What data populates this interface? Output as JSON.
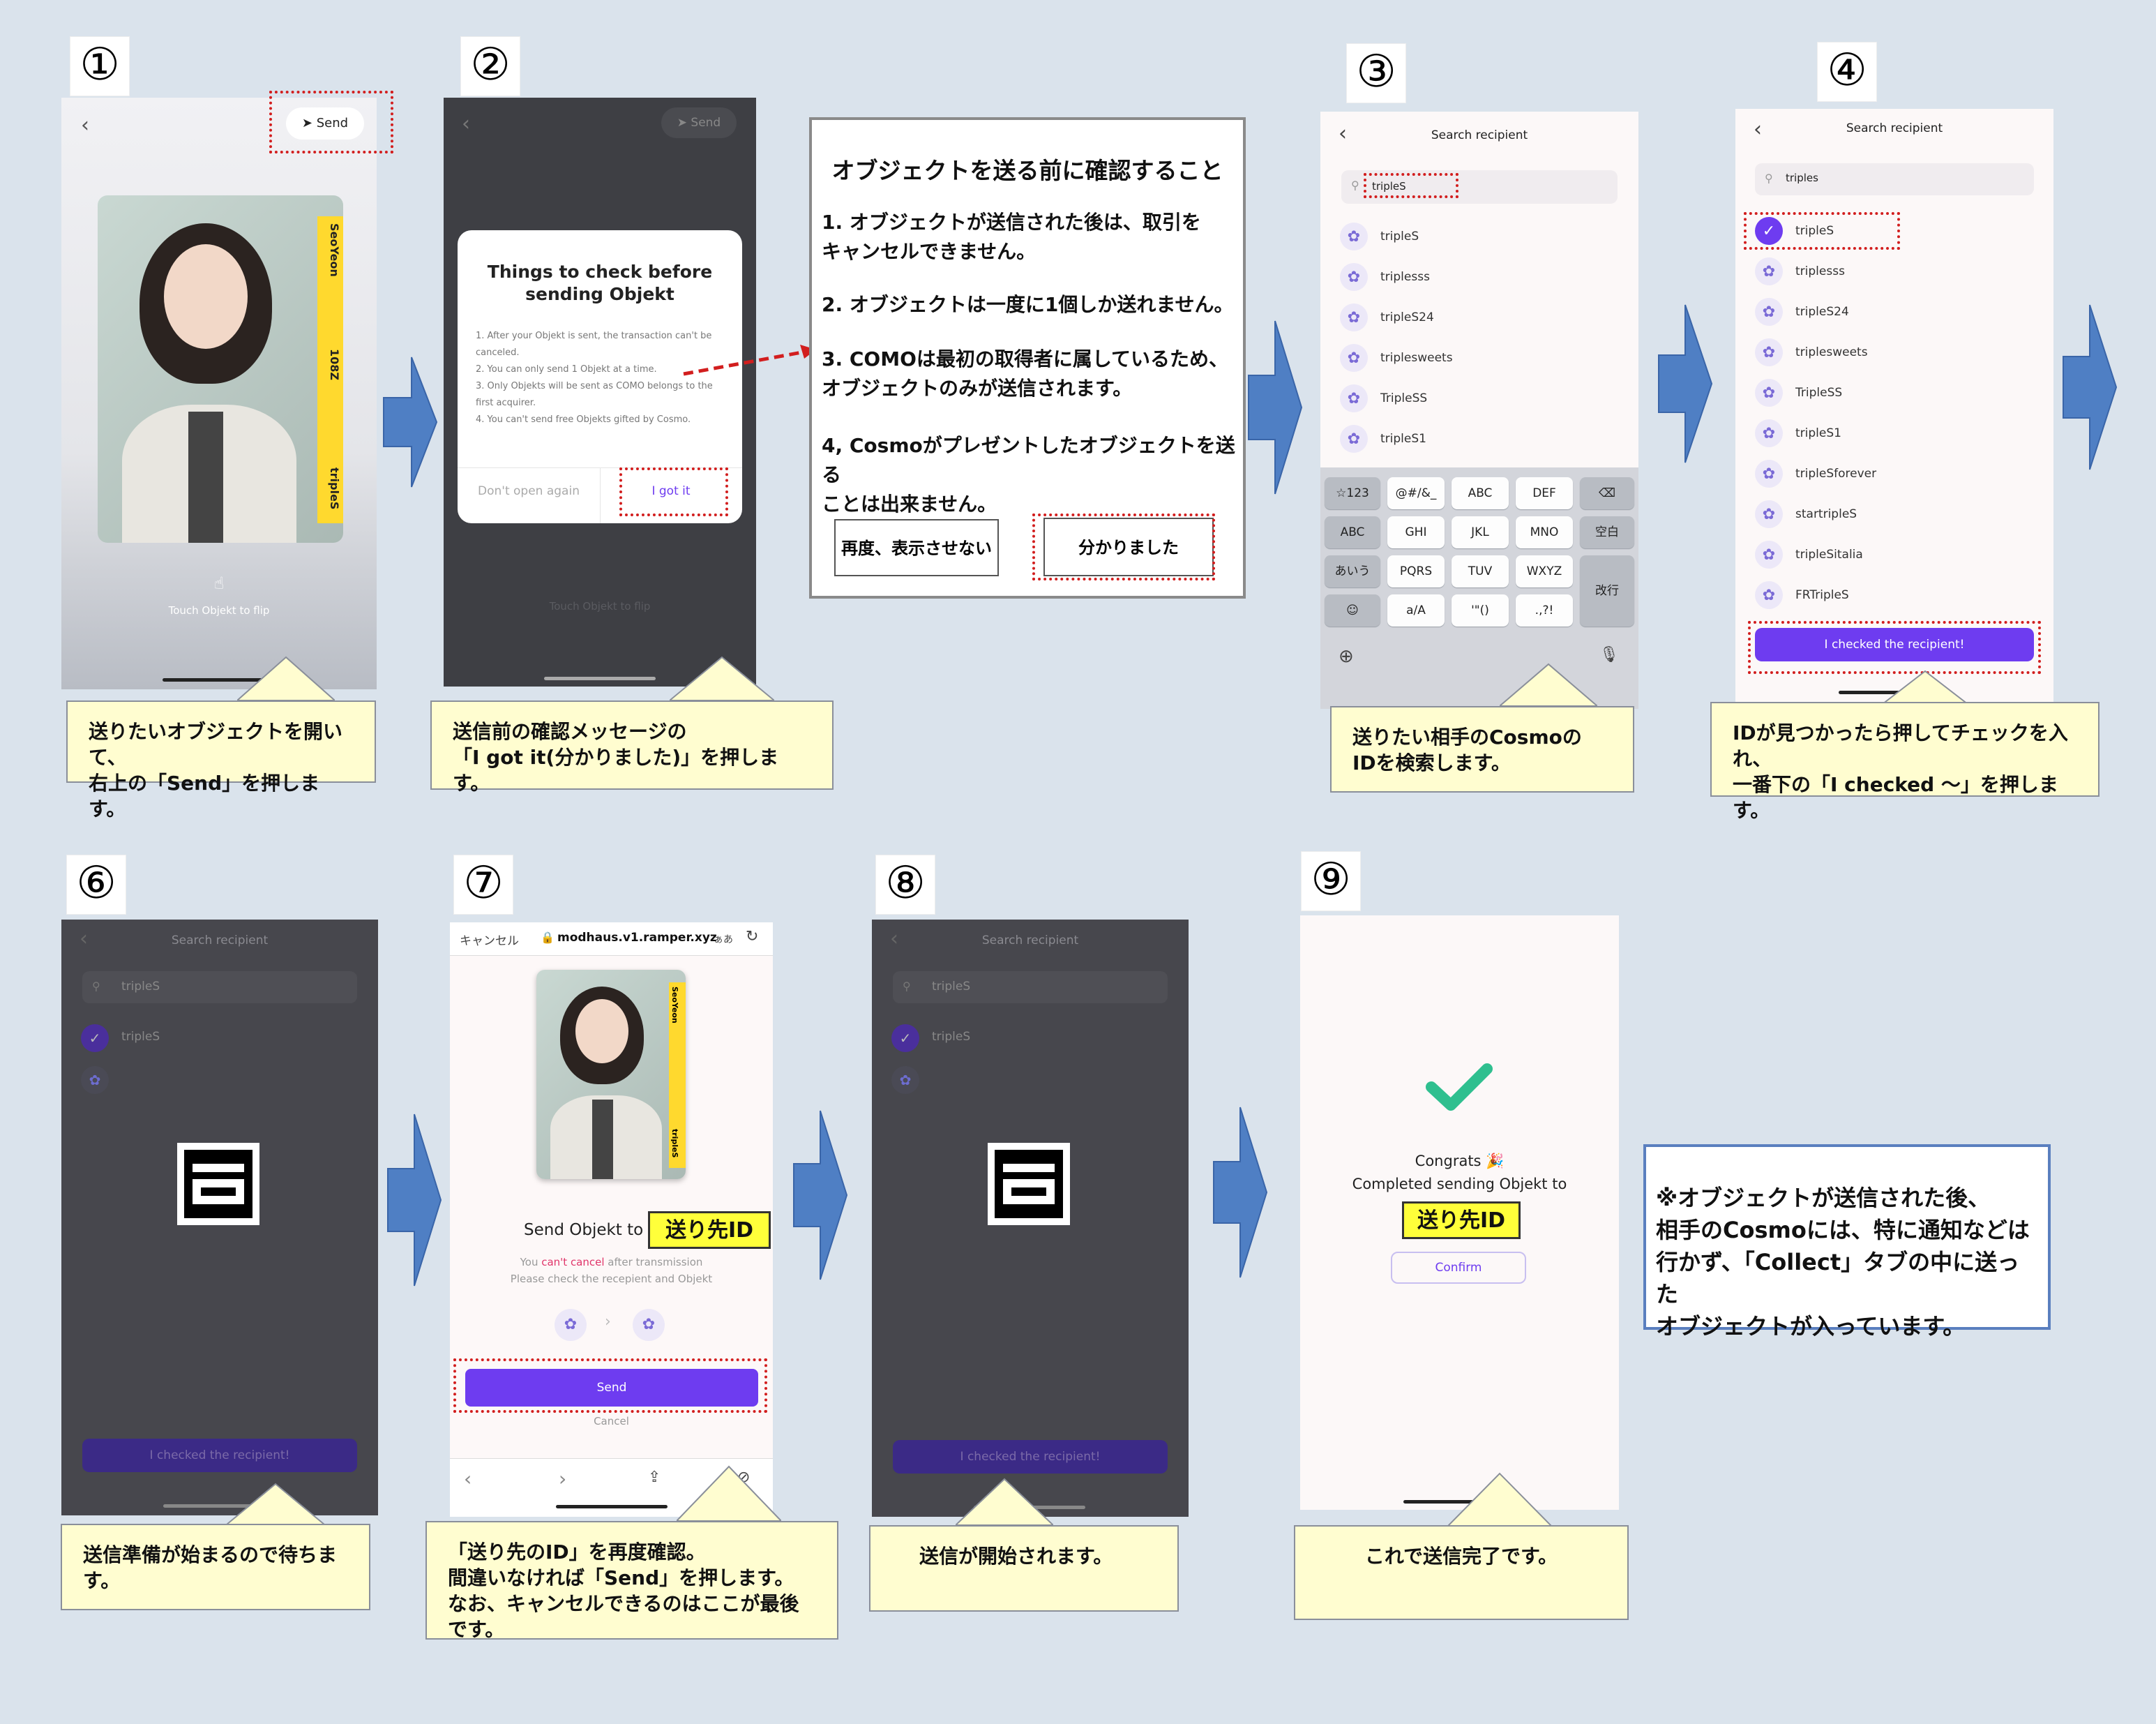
{
  "steps": [
    "①",
    "②",
    "③",
    "④",
    "⑥",
    "⑦",
    "⑧",
    "⑨"
  ],
  "colors": {
    "background": "#dae3ec",
    "purple": "#6e3cf0",
    "callout": "#fffdd0",
    "arrow": "#4f7fc4",
    "red_dotted": "#d21e1e",
    "check_green": "#2fbf8f"
  },
  "s1": {
    "send": "Send",
    "card_name": "SeoYeon",
    "card_num": "108Z",
    "card_brand": "tripleS",
    "flip": "Touch Objekt to flip"
  },
  "c1": "送りたいオブジェクトを開いて、\n右上の「Send」を押します。",
  "s2": {
    "send": "Send",
    "title": "Things to check before\nsending Objekt",
    "body": "1. After your Objekt is sent, the transaction can't be canceled.\n2. You can only send 1 Objekt at a time.\n3. Only Objekts will be sent as COMO belongs to the first acquirer.\n4. You can't send free Objekts gifted by Cosmo.",
    "dont": "Don't open again",
    "got": "I got it",
    "flip": "Touch Objekt to flip"
  },
  "c2": "送信前の確認メッセージの\n「I got it(分かりました)」を押します。",
  "jp_dialog": {
    "title": "オブジェクトを送る前に確認すること",
    "items": [
      "1. オブジェクトが送信された後は、取引を\nキャンセルできません。",
      "2. オブジェクトは一度に1個しか送れません。",
      "3. COMOは最初の取得者に属しているため、\nオブジェクトのみが送信されます。",
      "4, Cosmoがプレゼントしたオブジェクトを送る\nことは出来ません。"
    ],
    "btn_no": "再度、表示させない",
    "btn_ok": "分かりました"
  },
  "s3": {
    "header": "Search recipient",
    "query": "tripleS",
    "results": [
      "tripleS",
      "triplesss",
      "tripleS24",
      "triplesweets",
      "TripleSS",
      "tripleS1"
    ],
    "keys": [
      [
        "☆123",
        "@#/&_",
        "ABC",
        "DEF",
        "⌫"
      ],
      [
        "ABC",
        "GHI",
        "JKL",
        "MNO",
        "空白"
      ],
      [
        "あいう",
        "PQRS",
        "TUV",
        "WXYZ",
        "改行"
      ],
      [
        "☺",
        "a/A",
        "'\"()",
        ".,?!",
        ""
      ]
    ],
    "globe": "⊕",
    "mic": "🎙"
  },
  "c3": "送りたい相手のCosmoの\nIDを検索します。",
  "s4": {
    "header": "Search recipient",
    "query": "triples",
    "results": [
      "tripleS",
      "triplesss",
      "tripleS24",
      "triplesweets",
      "TripleSS",
      "tripleS1",
      "tripleSforever",
      "startripleS",
      "tripleSitalia",
      "FRTripleS"
    ],
    "button": "I checked the recipient!"
  },
  "c4": "IDが見つかったら押してチェックを入れ、\n一番下の「I checked ～」を押します。",
  "s6": {
    "header": "Search recipient",
    "query": "tripleS",
    "selected": "tripleS",
    "button": "I checked the recipient!"
  },
  "c6": "送信準備が始まるので待ちます。",
  "s7": {
    "cancel": "キャンセル",
    "url": "modhaus.v1.ramper.xyz",
    "aa": "ぁあ",
    "send_to": "Send Objekt to",
    "id_label": "送り先ID",
    "warn_pre": "You ",
    "warn_red": "can't cancel",
    "warn_post": " after transmission",
    "warn2": "Please check the recepient and Objekt",
    "send": "Send",
    "cancel2": "Cancel",
    "card_name": "SeoYeon",
    "card_brand": "tripleS"
  },
  "c7": "「送り先のID」を再度確認。\n間違いなければ「Send」を押します。\nなお、キャンセルできるのはここが最後です。",
  "s8": {
    "header": "Search recipient",
    "query": "tripleS",
    "selected": "tripleS",
    "button": "I checked the recipient!"
  },
  "c8": "送信が開始されます。",
  "s9": {
    "congrats": "Congrats 🎉",
    "completed": "Completed sending Objekt to",
    "id_label": "送り先ID",
    "confirm": "Confirm"
  },
  "c9": "これで送信完了です。",
  "note": "※オブジェクトが送信された後、\n相手のCosmoには、特に通知などは\n行かず、「Collect」タブの中に送った\nオブジェクトが入っています。"
}
